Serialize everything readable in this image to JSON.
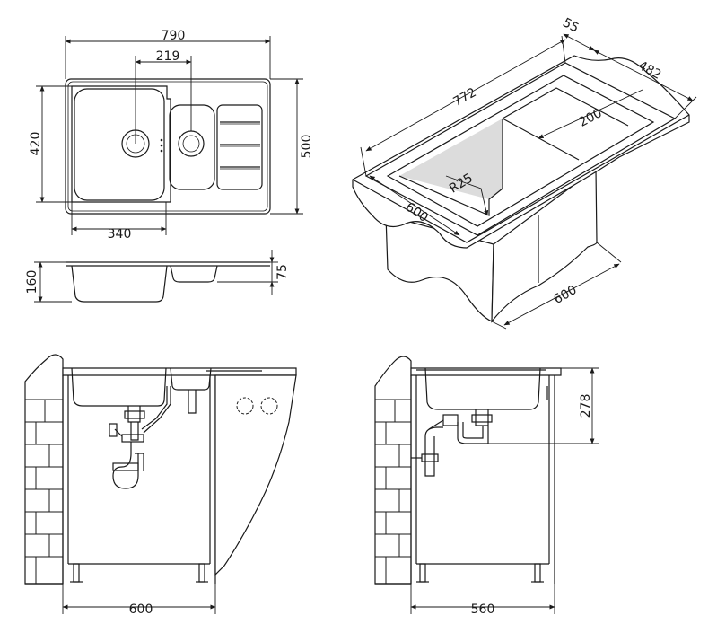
{
  "dimensions": {
    "top_width": "790",
    "bowl_spacing": "219",
    "height_left": "420",
    "height_right": "500",
    "bowl_width": "340",
    "depth_total": "160",
    "depth_small": "75",
    "iso_length": "772",
    "iso_rim": "55",
    "iso_depth": "482",
    "iso_bowl": "200",
    "iso_radius": "R25",
    "iso_cabinet_front": "600",
    "iso_cabinet_side": "600",
    "front_cabinet": "600",
    "side_cabinet": "560",
    "side_height": "278"
  }
}
